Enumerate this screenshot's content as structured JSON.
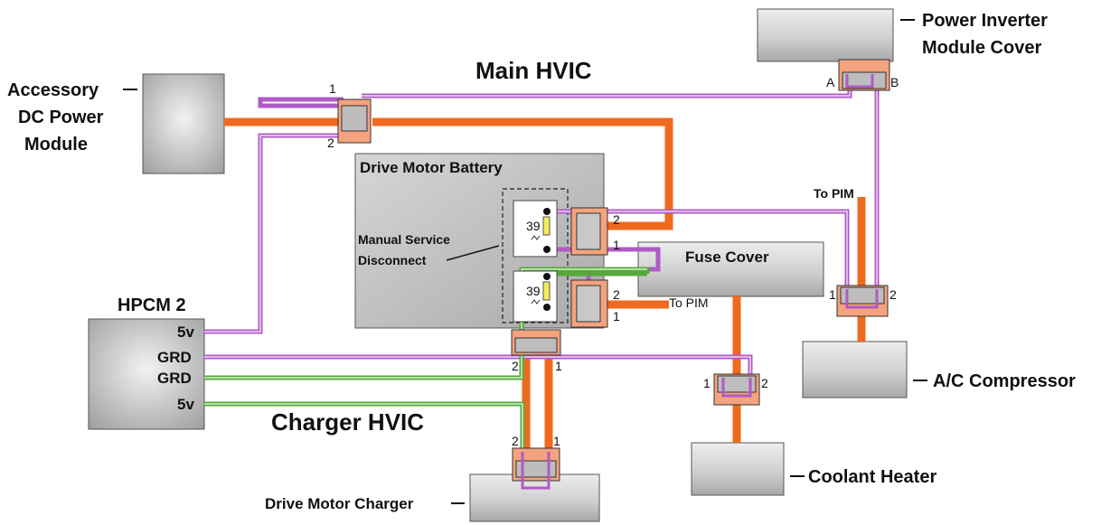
{
  "title_main_hvic": "Main HVIC",
  "title_charger_hvic": "Charger HVIC",
  "modules": {
    "accessory_dc": [
      "Accessory",
      "DC Power",
      "Module"
    ],
    "power_inverter": [
      "Power Inverter",
      "Module Cover"
    ],
    "drive_motor_battery": "Drive Motor Battery",
    "manual_service": [
      "Manual Service",
      "Disconnect"
    ],
    "fuse_cover": "Fuse Cover",
    "hpcm2": "HPCM 2",
    "ac_compressor": "A/C Compressor",
    "coolant_heater": "Coolant Heater",
    "drive_motor_charger": "Drive Motor Charger"
  },
  "hpcm_pins": [
    "5v",
    "GRD",
    "GRD",
    "5v"
  ],
  "resistor_value": "39",
  "to_pim": "To PIM",
  "pins": {
    "one": "1",
    "two": "2",
    "a": "A",
    "b": "B"
  },
  "colors": {
    "hv": "#ef6a1e",
    "hvil_purple": "#b05ac8",
    "hvil_green": "#55aa3a",
    "box_light": "#e8e8e8",
    "box_dark": "#a6a6a6",
    "connector": "#f4a37e"
  }
}
